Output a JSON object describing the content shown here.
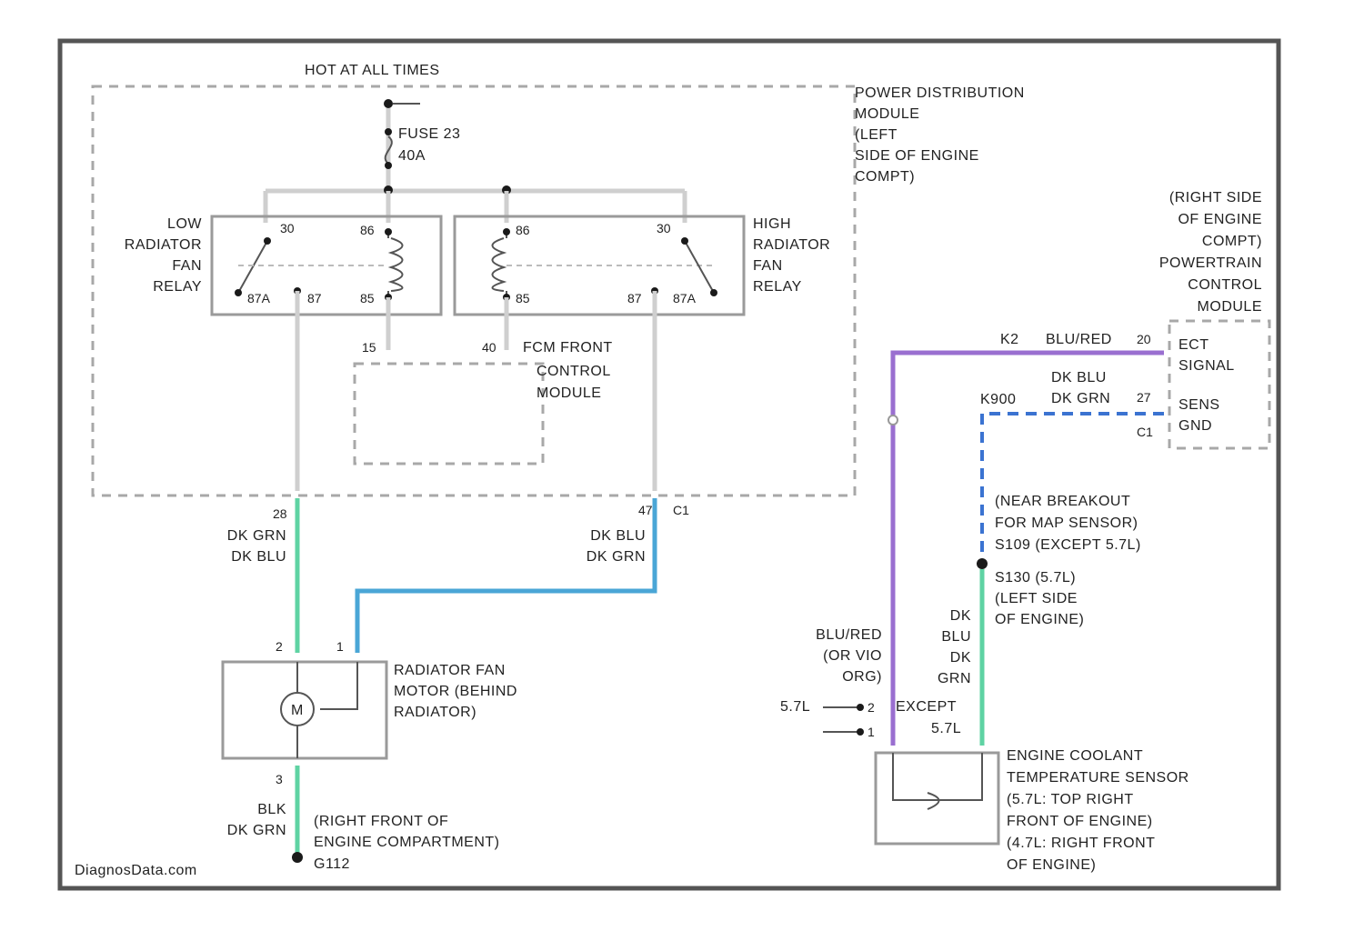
{
  "colors": {
    "frame": "#555555",
    "wire_gray": "#cfcfcf",
    "wire_green": "#5fd3a3",
    "wire_blue": "#4aa6d6",
    "wire_purple": "#9a6fd0",
    "wire_dashed_blue": "#3b73d1"
  },
  "labels": {
    "hot_at_all_times": "HOT AT ALL TIMES",
    "fuse": "FUSE 23",
    "fuse_amps": "40A",
    "pdm": [
      "POWER DISTRIBUTION",
      "MODULE",
      "(LEFT",
      "SIDE OF ENGINE",
      "COMPT)"
    ],
    "low_relay": [
      "LOW",
      "RADIATOR",
      "FAN",
      "RELAY"
    ],
    "high_relay": [
      "HIGH",
      "RADIATOR",
      "FAN",
      "RELAY"
    ],
    "pcm": [
      "(RIGHT SIDE",
      "OF ENGINE",
      "COMPT)",
      "POWERTRAIN",
      "CONTROL",
      "MODULE"
    ],
    "pcm_pin1_name": [
      "ECT",
      "SIGNAL"
    ],
    "pcm_pin2_name": [
      "SENS",
      "GND"
    ],
    "fcm": [
      "FCM FRONT",
      "CONTROL",
      "MODULE"
    ],
    "fan_motor": [
      "RADIATOR FAN",
      "MOTOR (BEHIND",
      "RADIATOR)"
    ],
    "ground_desc": [
      "(RIGHT FRONT OF",
      "ENGINE COMPARTMENT)"
    ],
    "ground_id": "G112",
    "splice_map": [
      "(NEAR BREAKOUT",
      "FOR MAP SENSOR)",
      "S109 (EXCEPT 5.7L)"
    ],
    "splice_left": [
      "S130 (5.7L)",
      "(LEFT SIDE",
      "OF ENGINE)"
    ],
    "ect_sensor": [
      "ENGINE COOLANT",
      "TEMPERATURE SENSOR",
      "(5.7L: TOP RIGHT",
      "FRONT OF ENGINE)",
      "(4.7L: RIGHT FRONT",
      "OF ENGINE)"
    ],
    "motor_symbol": "M",
    "watermark": "DiagnosData.com"
  },
  "pins": {
    "low_relay": [
      "30",
      "86",
      "87A",
      "87",
      "85"
    ],
    "high_relay": [
      "86",
      "30",
      "85",
      "87",
      "87A"
    ],
    "fcm_pins": [
      "15",
      "40"
    ],
    "pdm_out_left": "28",
    "pdm_out_right": "47",
    "pdm_conn": "C1",
    "pcm_k2": "K2",
    "pcm_pin1": "20",
    "pcm_pin2": "27",
    "pcm_conn": "C1",
    "k900": "K900",
    "motor_pin2": "2",
    "motor_pin1": "1",
    "motor_pin3": "3",
    "ect_pin2": "2",
    "ect_pin1": "1",
    "ect_57": "5.7L",
    "ect_except": "EXCEPT",
    "ect_except_57": "5.7L"
  },
  "wires": {
    "low_out": [
      "DK GRN",
      "DK BLU"
    ],
    "high_out": [
      "DK BLU",
      "DK GRN"
    ],
    "k2_color": "BLU/RED",
    "sens_gnd_color": [
      "DK BLU",
      "DK GRN"
    ],
    "purple_color": [
      "BLU/RED",
      "(OR VIO",
      "ORG)"
    ],
    "sensor_gnd": [
      "DK",
      "BLU",
      "DK",
      "GRN"
    ],
    "ground_color": [
      "BLK",
      "DK GRN"
    ]
  }
}
